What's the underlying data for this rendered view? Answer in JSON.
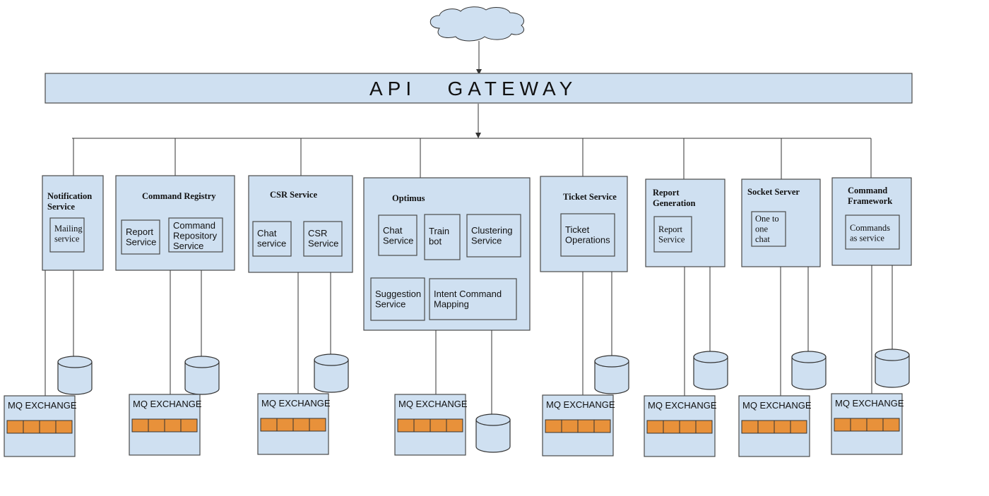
{
  "gateway": {
    "label": "API   GATEWAY"
  },
  "services": [
    {
      "title": [
        "Notification",
        "Service"
      ],
      "title_font": "serif",
      "children": [
        {
          "lines": [
            "Mailing",
            "service"
          ],
          "font": "serif"
        }
      ]
    },
    {
      "title": [
        "Command Registry"
      ],
      "title_font": "serif",
      "children": [
        {
          "lines": [
            "Report",
            "Service"
          ],
          "font": "sans"
        },
        {
          "lines": [
            "Command",
            "Repository",
            "Service"
          ],
          "font": "sans"
        }
      ]
    },
    {
      "title": [
        "CSR Service"
      ],
      "title_font": "serif",
      "children": [
        {
          "lines": [
            "Chat",
            "service"
          ],
          "font": "sans"
        },
        {
          "lines": [
            "CSR",
            "Service"
          ],
          "font": "sans"
        }
      ]
    },
    {
      "title": [
        "Optimus"
      ],
      "title_font": "serif",
      "children": [
        {
          "lines": [
            "Chat",
            "Service"
          ],
          "font": "sans"
        },
        {
          "lines": [
            "Train",
            "bot"
          ],
          "font": "sans"
        },
        {
          "lines": [
            "Clustering",
            "Service"
          ],
          "font": "sans"
        },
        {
          "lines": [
            "Suggestion",
            "Service"
          ],
          "font": "sans"
        },
        {
          "lines": [
            "Intent Command",
            "Mapping"
          ],
          "font": "sans"
        }
      ]
    },
    {
      "title": [
        "Ticket Service"
      ],
      "title_font": "serif",
      "children": [
        {
          "lines": [
            "Ticket",
            "Operations"
          ],
          "font": "sans"
        }
      ]
    },
    {
      "title": [
        "Report",
        "Generation"
      ],
      "title_font": "serif",
      "children": [
        {
          "lines": [
            "Report",
            "Service"
          ],
          "font": "serif"
        }
      ]
    },
    {
      "title": [
        "Socket Server"
      ],
      "title_font": "serif",
      "children": [
        {
          "lines": [
            "One to",
            "one",
            "chat"
          ],
          "font": "serif"
        }
      ]
    },
    {
      "title": [
        "Command",
        "Framework"
      ],
      "title_font": "serif",
      "children": [
        {
          "lines": [
            "Commands",
            "as service"
          ],
          "font": "serif"
        }
      ]
    }
  ],
  "mq_exchange": {
    "label": "MQ EXCHANGE",
    "queue_slots": 4,
    "count": 8
  },
  "database_count": 8,
  "icons": {
    "internet": "cloud-icon",
    "database": "database-cylinder-icon",
    "queue": "message-queue-icon"
  }
}
